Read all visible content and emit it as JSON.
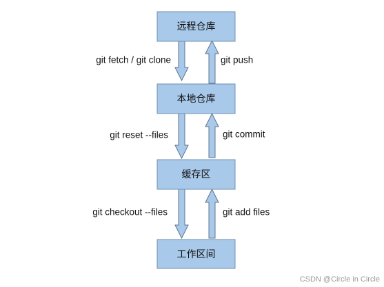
{
  "nodes": {
    "remote": "远程仓库",
    "local": "本地仓库",
    "stage": "缓存区",
    "work": "工作区间"
  },
  "commands": {
    "fetch_clone": "git fetch / git clone",
    "push": "git push",
    "reset": "git reset  --files",
    "commit": "git commit",
    "checkout": "git checkout  --files",
    "add": "git add files"
  },
  "watermark": "CSDN @Circle in Circle"
}
